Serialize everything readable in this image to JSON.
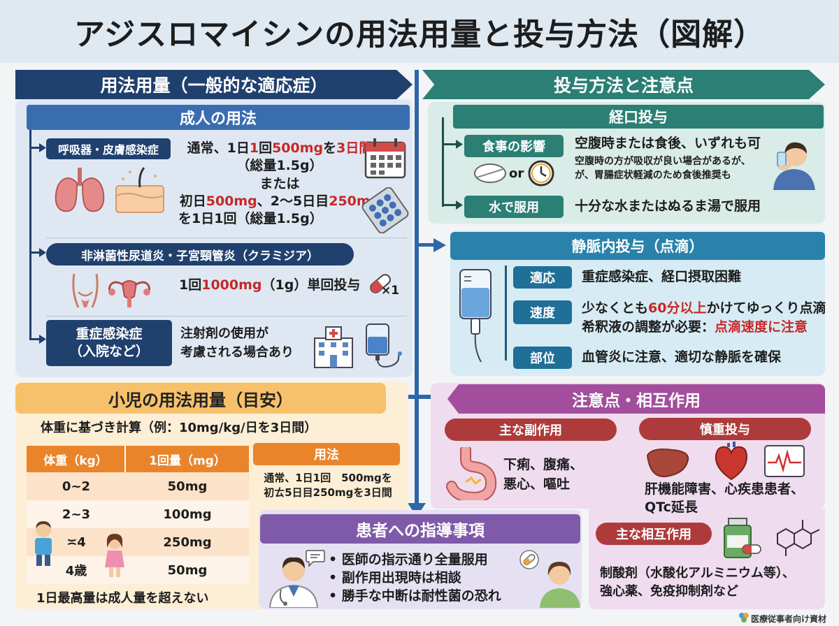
{
  "title": "アジスロマイシンの用法用量と投与方法（図解）",
  "left_header": "用法用量（一般的な適応症）",
  "right_header": "投与方法と注意点",
  "adult": {
    "header": "成人の用法",
    "resp": {
      "label": "呼吸器・皮膚感染症",
      "l1a": "通常、1日",
      "l1b": "1",
      "l1c": "回",
      "l1d": "500mg",
      "l1e": "を",
      "l1f": "3日間",
      "l2": "（総量1.5g）",
      "l3": "または",
      "l4a": "初日",
      "l4b": "500mg",
      "l4c": "、2〜5日目",
      "l4d": "250mg",
      "l5": "を1日1回（総量1.5g）"
    },
    "uro": {
      "label": "非淋菌性尿道炎・子宮頸管炎（クラミジア）",
      "t1": "1回",
      "t2": "1000mg",
      "t3": "（1g）単回投与",
      "count": "×1"
    },
    "severe": {
      "label1": "重症感染症",
      "label2": "（入院など）",
      "t1": "注射剤の使用が",
      "t2": "考慮される場合あり"
    }
  },
  "oral": {
    "header": "経口投与",
    "food_label": "食事の影響",
    "or": "or",
    "food_main": "空腹時または食後、いずれも可",
    "food_sub1": "空腹時の方が吸収が良い場合があるが、",
    "food_sub2": "が、胃腸症状軽減のため食後推奨も",
    "water_label": "水で服用",
    "water_text": "十分な水またはぬるま湯で服用"
  },
  "iv": {
    "header": "静脈内投与（点滴）",
    "ind_label": "適応",
    "ind_text": "重症感染症、経口摂取困難",
    "speed_label": "速度",
    "speed_t1a": "少なくとも",
    "speed_t1b": "60分以上",
    "speed_t1c": "かけてゆっくり点滴",
    "speed_t2a": "希釈液の調整が必要：",
    "speed_t2b": "点滴速度に注意",
    "site_label": "部位",
    "site_text": "血管炎に注意、適切な静脈を確保"
  },
  "pediatric": {
    "header": "小児の用法用量（目安）",
    "sub": "体重に基づき計算（例：10mg/kg/日を3日間）",
    "col1": "体重（kg）",
    "col2": "1回量（mg）",
    "rows": [
      {
        "w": "0~2",
        "d": "50mg"
      },
      {
        "w": "2~3",
        "d": "100mg"
      },
      {
        "w": "≍4",
        "d": "250mg"
      },
      {
        "w": "4歳",
        "d": "50mg"
      }
    ],
    "usage_label": "用法",
    "usage1": "通常、1日1回　500mgを",
    "usage2": "初ㄊ5日目250mgを3日間",
    "max": "1日最高量は成人量を超えない"
  },
  "cautions": {
    "header": "注意点・相互作用",
    "side_label": "主な副作用",
    "side1": "下痢、腹痛、",
    "side2": "悪心、嘔吐",
    "careful_label": "慎重投与",
    "careful1": "肝機能障害、心疾患患者、",
    "careful2": "QTc延長",
    "inter_label": "主な相互作用",
    "inter1": "制酸剤（水酸化アルミニウム等）、",
    "inter2": "強心薬、免疫抑制剤など"
  },
  "guide": {
    "header": "患者への指導事項",
    "items": [
      "医師の指示通り全量服用",
      "副作用出現時は相談",
      "勝手な中断は耐性菌の恐れ"
    ]
  },
  "footer": "医療従事者向け資材",
  "colors": {
    "navy": "#20406e",
    "teal": "#2b7f74",
    "red": "#c62828",
    "orange": "#e9842b",
    "purple": "#a24e9c",
    "maroon": "#ae3b3c"
  }
}
